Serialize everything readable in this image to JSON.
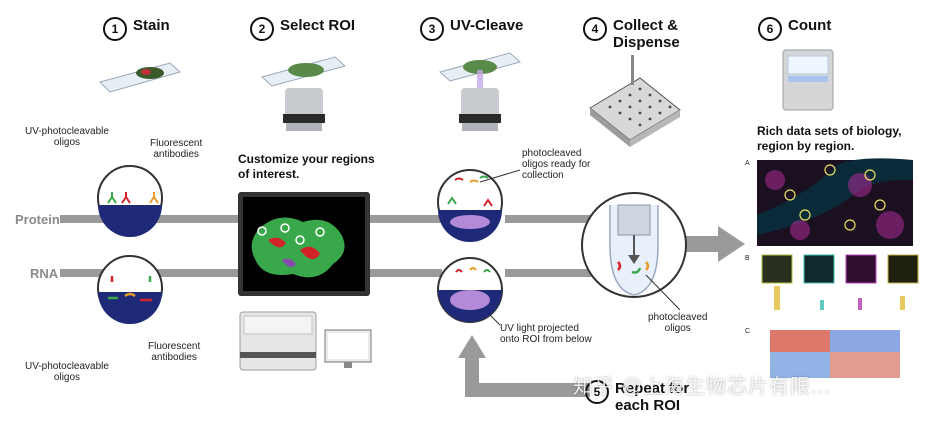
{
  "steps": [
    {
      "num": "1",
      "label": "Stain"
    },
    {
      "num": "2",
      "label": "Select ROI"
    },
    {
      "num": "3",
      "label": "UV-Cleave"
    },
    {
      "num": "4",
      "label": "Collect &\nDispense"
    },
    {
      "num": "6",
      "label": "Count"
    }
  ],
  "repeat": {
    "num": "5",
    "label": "Repeat for\neach ROI"
  },
  "rows": {
    "protein": "Protein",
    "rna": "RNA"
  },
  "labels": {
    "uv_oligos_top": "UV-photocleavable\noligos",
    "fluor_top": "Fluorescent\nantibodies",
    "uv_oligos_bottom": "UV-photocleavable\noligos",
    "fluor_bottom": "Fluorescent\nantibodies",
    "customize": "Customize your regions\nof interest.",
    "cleaved_ready": "photocleaved\noligos ready for\ncollection",
    "uv_light": "UV light projected\nonto ROI from below",
    "cleaved_oligos": "photocleaved\noligos",
    "rich_data": "Rich data sets of biology,\nregion by region.",
    "panel_a": "A",
    "panel_b": "B",
    "panel_c": "C"
  },
  "watermark": "知乎 @上海生物芯片有限...",
  "colors": {
    "bar": "#9a9a9a",
    "solution": "#1e2a78",
    "green": "#39a84b",
    "red": "#d2232a",
    "purple": "#b38ad8"
  }
}
